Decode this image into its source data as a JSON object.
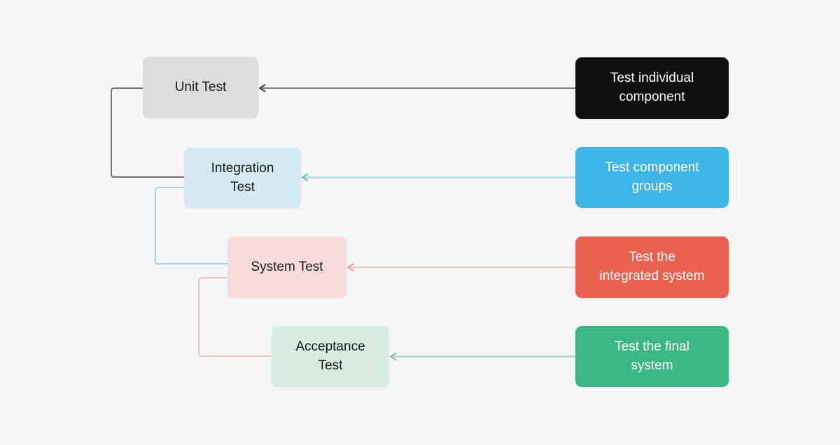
{
  "background_color": "#f4f6f8",
  "diagram": {
    "type": "flowchart-testing-levels",
    "nodes": [
      {
        "id": "unit-test",
        "label": "Unit Test",
        "description": "Test individual\ncomponent",
        "node_fill": "#dcdcdd",
        "node_text_color": "#17191c",
        "desc_fill": "#0e1011",
        "desc_text_color": "#ffffff"
      },
      {
        "id": "integration-test",
        "label": "Integration\nTest",
        "description": "Test component\ngroups",
        "node_fill": "#d5e9f3",
        "node_text_color": "#17191c",
        "desc_fill": "#3eb5e6",
        "desc_text_color": "#ffffff"
      },
      {
        "id": "system-test",
        "label": "System Test",
        "description": "Test the\nintegrated system",
        "node_fill": "#f7dcd9",
        "node_text_color": "#17191c",
        "desc_fill": "#ea6150",
        "desc_text_color": "#ffffff"
      },
      {
        "id": "acceptance-test",
        "label": "Acceptance\nTest",
        "description": "Test the final\nsystem",
        "node_fill": "#d8ece1",
        "node_text_color": "#17191c",
        "desc_fill": "#3ab782",
        "desc_text_color": "#ffffff"
      }
    ],
    "connectors": {
      "description_arrows": [
        {
          "from": "test-individual-component",
          "to": "unit-test",
          "line_color": "#7e8184",
          "head_color": "#3a3d40"
        },
        {
          "from": "test-component-groups",
          "to": "integration-test",
          "line_color": "#a9d0de",
          "head_color": "#74b4c9"
        },
        {
          "from": "test-the-integrated-system",
          "to": "system-test",
          "line_color": "#eec5bd",
          "head_color": "#e3a295"
        },
        {
          "from": "test-the-final-system",
          "to": "acceptance-test",
          "line_color": "#a9d6c5",
          "head_color": "#7fc3a9"
        }
      ],
      "sequence_elbows": [
        {
          "from": "unit-test",
          "to": "integration-test",
          "line_color": "#6f7276"
        },
        {
          "from": "integration-test",
          "to": "system-test",
          "line_color": "#a9d0de"
        },
        {
          "from": "system-test",
          "to": "acceptance-test",
          "line_color": "#eec5bd"
        }
      ]
    }
  }
}
